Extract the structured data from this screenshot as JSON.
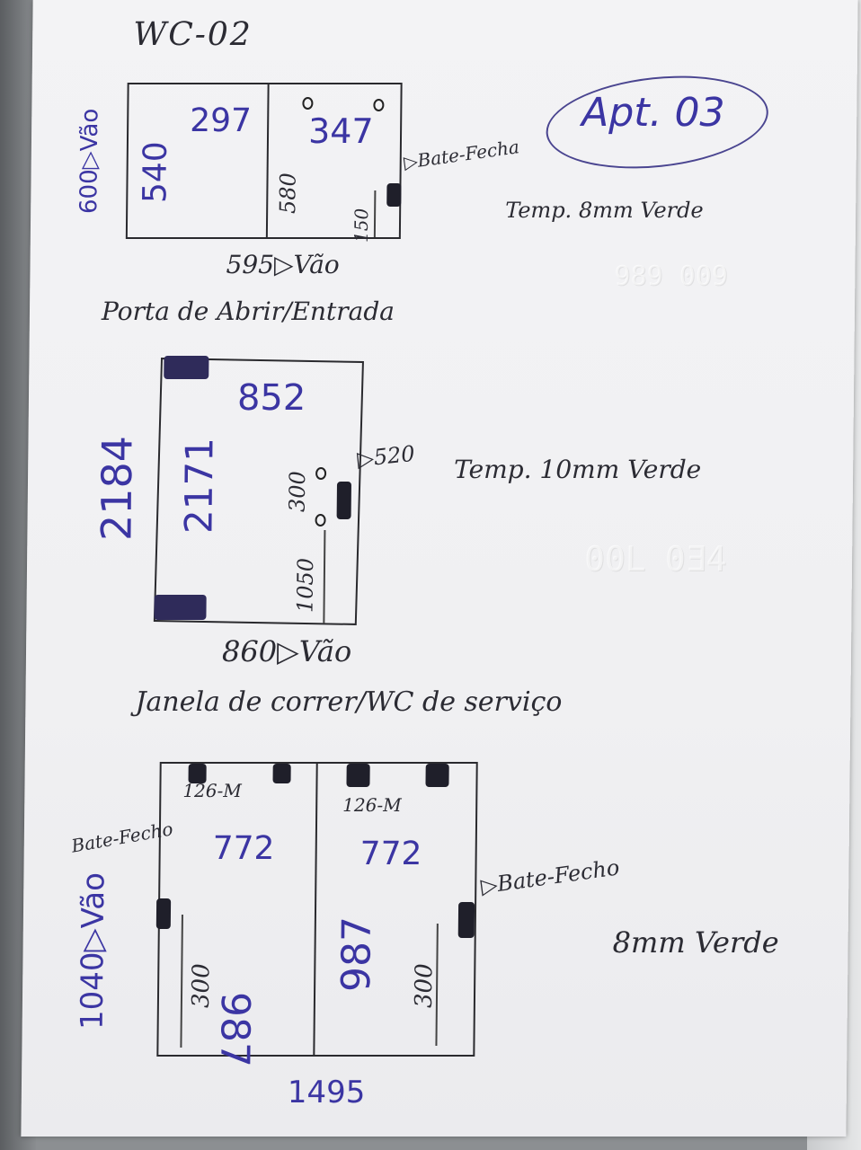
{
  "header": {
    "title": "WC-02",
    "apt": "Apt. 03"
  },
  "section1": {
    "height_vao": "600▷Vão",
    "left_w": "297",
    "left_h": "540",
    "right_w": "347",
    "right_h": "580",
    "hardware_label": "▷Bate-Fecha",
    "hardware_height": "150",
    "glass": "Temp. 8mm Verde",
    "width_vao": "595▷Vão",
    "caption": "Porta de Abrir/Entrada"
  },
  "section2": {
    "outer_h": "2184",
    "inner_w": "852",
    "inner_h": "2171",
    "handle_gap": "300",
    "handle_label": "▷520",
    "handle_height": "1050",
    "glass": "Temp. 10mm Verde",
    "width_vao": "860▷Vão",
    "caption": "Janela de correr/WC de serviço"
  },
  "section3": {
    "left_top": "126-M",
    "right_top": "126-M",
    "left_w": "772",
    "right_w": "772",
    "left_h": "987",
    "right_h": "987",
    "left_label": "Bate-Fecho",
    "left_vao": "1040▷Vão",
    "right_label": "▷Bate-Fecho",
    "left_handle": "300",
    "right_handle": "300",
    "glass": "8mm Verde",
    "total_w": "1495"
  }
}
